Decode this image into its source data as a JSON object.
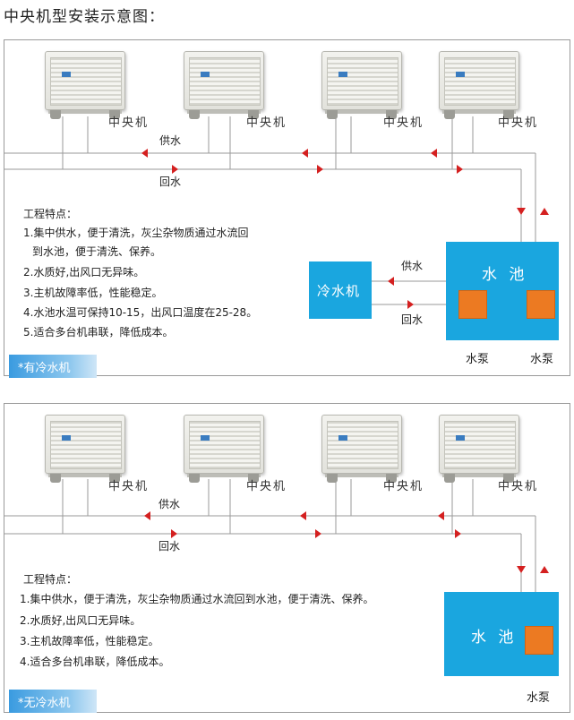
{
  "page_title": "中央机型安装示意图：",
  "unit_label": "中央机",
  "supply_label": "供水",
  "return_label": "回水",
  "pool_label": "水 池",
  "pump_label": "水泵",
  "chiller_label": "冷水机",
  "colors": {
    "pool": "#1aa6df",
    "pump": "#ec7a22",
    "arrow": "#d42020",
    "pipe": "#9a9a9a"
  },
  "panel_top": {
    "tag": "*有冷水机",
    "features_title": "工程特点：",
    "features": [
      "1.集中供水，便于清洗，灰尘杂物质通过水流回",
      "到水池，便于清洗、保养。",
      "2.水质好,出风口无异味。",
      "3.主机故障率低，性能稳定。",
      "4.水池水温可保持10-15，出风口温度在25-28。",
      "5.适合多台机串联，降低成本。"
    ]
  },
  "panel_bottom": {
    "tag": "*无冷水机",
    "features_title": "工程特点：",
    "features": [
      "1.集中供水，便于清洗，灰尘杂物质通过水流回到水池，便于清洗、保养。",
      "2.水质好,出风口无异味。",
      "3.主机故障率低，性能稳定。",
      "4.适合多台机串联，降低成本。"
    ]
  }
}
